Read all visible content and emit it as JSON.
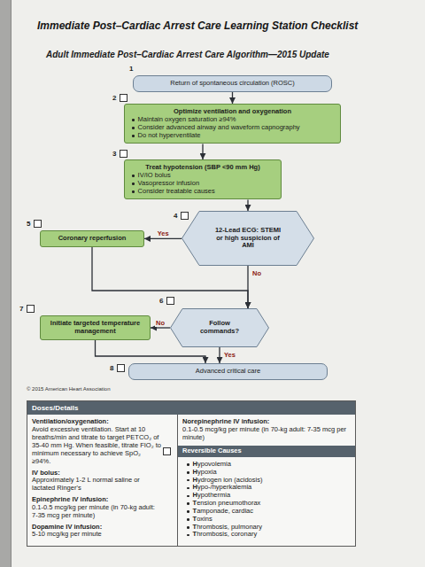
{
  "diagram": {
    "title": "Immediate Post–Cardiac Arrest Care Learning Station Checklist",
    "nodes": [
      {
        "text": [
          "Return of spontaneous circulation (ROSC)"
        ]
      },
      {
        "text": [
          "Optimize ventilation and oxygenation",
          "Maintain oxygen saturation ≥94%",
          "Consider advanced airway and waveform capnography",
          "Do not hyperventilate"
        ]
      },
      {
        "text": [
          "Treat hypotension (SBP <90 mm Hg)",
          "IV/IO bolus",
          "Vasopressor infusion",
          "Consider treatable causes"
        ]
      },
      {
        "text": [
          "12-Lead ECG: STEMI or high suspicion of AMI"
        ]
      },
      {
        "text": [
          "Coronary reperfusion"
        ]
      },
      {
        "text": [
          "Follow commands?"
        ]
      },
      {
        "text": [
          "Initiate targeted temperature management"
        ]
      },
      {
        "text": [
          "Advanced critical care"
        ]
      }
    ],
    "edges": [
      {
        "from": 0,
        "to": 1,
        "arrow": "to"
      },
      {
        "from": 1,
        "to": 2,
        "arrow": "to"
      },
      {
        "from": 2,
        "to": 3,
        "arrow": "to"
      },
      {
        "from": 3,
        "to": 4,
        "label": "Yes",
        "arrow": "to"
      },
      {
        "from": 3,
        "to": 5,
        "label": "No",
        "arrow": "to"
      },
      {
        "from": 4,
        "to": 5,
        "arrow": "to"
      },
      {
        "from": 5,
        "to": 6,
        "label": "No",
        "arrow": "to"
      },
      {
        "from": 5,
        "to": 7,
        "label": "Yes",
        "arrow": "to"
      },
      {
        "from": 6,
        "to": 7,
        "arrow": "to"
      }
    ],
    "labels": [
      "Adult Immediate Post–Cardiac Arrest Care Algorithm—2015 Update",
      "1",
      "2",
      "3",
      "4",
      "5",
      "6",
      "7",
      "8",
      "© 2015 American Heart Association",
      "Doses/Details",
      "Ventilation/oxygenation:",
      "Avoid excessive ventilation. Start at 10 breaths/min and titrate to target PETCO₂ of 35-40 mm Hg. When feasible, titrate FIO₂ to minimum necessary to achieve SpO₂ ≥94%.",
      "IV bolus:",
      "Approximately 1-2 L normal saline or lactated Ringer's",
      "Epinephrine IV infusion:",
      "0.1-0.5 mcg/kg per minute (in 70-kg adult: 7-35 mcg per minute)",
      "Dopamine IV infusion:",
      "5-10 mcg/kg per minute",
      "Norepinephrine IV infusion:",
      "0.1-0.5 mcg/kg per minute (in 70-kg adult: 7-35 mcg per minute)",
      "Reversible Causes",
      "Hypovolemia",
      "Hypoxia",
      "Hydrogen ion (acidosis)",
      "Hypo-/hyperkalemia",
      "Hypothermia",
      "Tension pneumothorax",
      "Tamponade, cardiac",
      "Toxins",
      "Thrombosis, pulmonary",
      "Thrombosis, coronary"
    ]
  }
}
